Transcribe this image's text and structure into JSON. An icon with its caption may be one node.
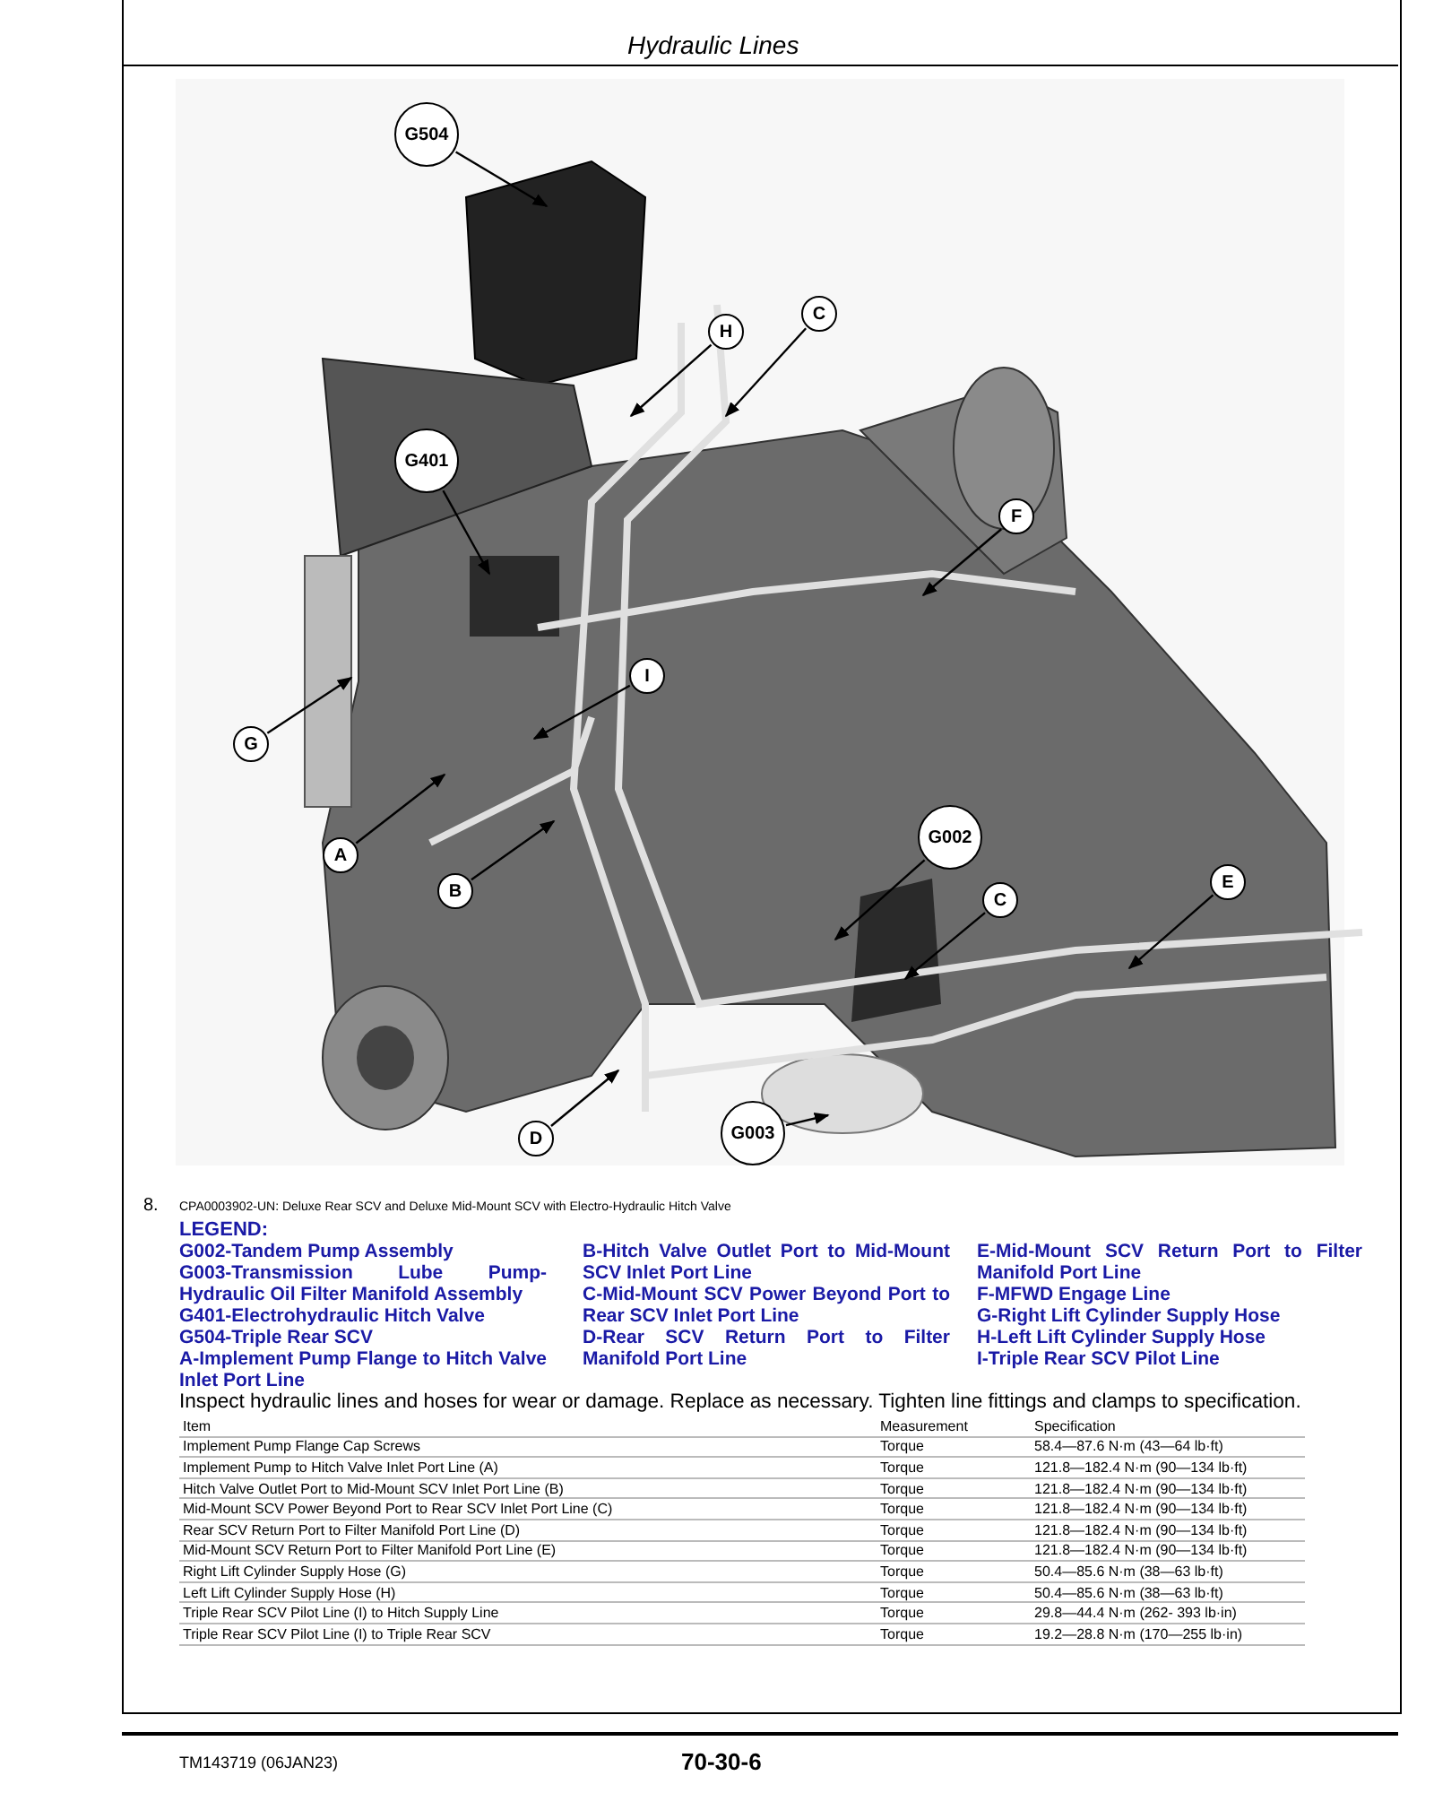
{
  "diagram": {
    "title": "Hydraulic Lines",
    "nodes": [
      {
        "text": [
          "G504"
        ]
      },
      {
        "text": [
          "H"
        ]
      },
      {
        "text": [
          "C"
        ]
      },
      {
        "text": [
          "G401"
        ]
      },
      {
        "text": [
          "F"
        ]
      },
      {
        "text": [
          "I"
        ]
      },
      {
        "text": [
          "G"
        ]
      },
      {
        "text": [
          "A"
        ]
      },
      {
        "text": [
          "B"
        ]
      },
      {
        "text": [
          "G002"
        ]
      },
      {
        "text": [
          "C"
        ]
      },
      {
        "text": [
          "E"
        ]
      },
      {
        "text": [
          "D"
        ]
      },
      {
        "text": [
          "G003"
        ]
      }
    ],
    "edges": [
      {
        "from": 0,
        "to": null,
        "arrow": "to"
      },
      {
        "from": 1,
        "to": null,
        "arrow": "to"
      },
      {
        "from": 2,
        "to": null,
        "arrow": "to"
      },
      {
        "from": 3,
        "to": null,
        "arrow": "to"
      },
      {
        "from": 4,
        "to": null,
        "arrow": "to"
      },
      {
        "from": 5,
        "to": null,
        "arrow": "to"
      },
      {
        "from": 6,
        "to": null,
        "arrow": "to"
      },
      {
        "from": 7,
        "to": null,
        "arrow": "to"
      },
      {
        "from": 8,
        "to": null,
        "arrow": "to"
      },
      {
        "from": 9,
        "to": null,
        "arrow": "to"
      },
      {
        "from": 10,
        "to": null,
        "arrow": "to"
      },
      {
        "from": 11,
        "to": null,
        "arrow": "to"
      },
      {
        "from": 12,
        "to": null,
        "arrow": "to"
      },
      {
        "from": 13,
        "to": null,
        "arrow": "to"
      }
    ],
    "labels": [
      "8.",
      "CPA0003902-UN: Deluxe Rear SCV and Deluxe Mid-Mount SCV with Electro-Hydraulic Hitch Valve",
      "LEGEND:",
      "G002-Tandem Pump Assembly",
      "G003-Transmission Lube Pump-Hydraulic Oil Filter Manifold Assembly",
      "G401-Electrohydraulic Hitch Valve",
      "G504-Triple Rear SCV",
      "A-Implement Pump Flange to Hitch Valve Inlet Port Line",
      "B-Hitch Valve Outlet Port to Mid-Mount SCV Inlet Port Line",
      "C-Mid-Mount SCV Power Beyond Port to Rear SCV Inlet Port Line",
      "D-Rear SCV Return Port to Filter Manifold Port Line",
      "E-Mid-Mount SCV Return Port to Filter Manifold Port Line",
      "F-MFWD Engage Line",
      "G-Right Lift Cylinder Supply Hose",
      "H-Left Lift Cylinder Supply Hose",
      "I-Triple Rear SCV Pilot Line",
      "Inspect hydraulic lines and hoses for wear or damage. Replace as necessary. Tighten line fittings and clamps to specification.",
      "Item",
      "Measurement",
      "Specification",
      "Implement Pump Flange Cap Screws",
      "Torque",
      "58.4—87.6 N·m (43—64 lb·ft)",
      "Implement Pump to Hitch Valve Inlet Port Line (A)",
      "Torque",
      "121.8—182.4 N·m (90—134 lb·ft)",
      "Hitch Valve Outlet Port to Mid-Mount SCV Inlet Port Line (B)",
      "Torque",
      "121.8—182.4 N·m (90—134 lb·ft)",
      "Mid-Mount SCV Power Beyond Port to Rear SCV Inlet Port Line (C)",
      "Torque",
      "121.8—182.4 N·m (90—134 lb·ft)",
      "Rear SCV Return Port to Filter Manifold Port Line (D)",
      "Torque",
      "121.8—182.4 N·m (90—134 lb·ft)",
      "Mid-Mount SCV Return Port to Filter Manifold Port Line (E)",
      "Torque",
      "121.8—182.4 N·m (90—134 lb·ft)",
      "Right Lift Cylinder Supply Hose (G)",
      "Torque",
      "50.4—85.6 N·m (38—63 lb·ft)",
      "Left Lift Cylinder Supply Hose (H)",
      "Torque",
      "50.4—85.6 N·m (38—63 lb·ft)",
      "Triple Rear SCV Pilot Line (I) to Hitch Supply Line",
      "Torque",
      "29.8—44.4 N·m (262- 393 lb·in)",
      "Triple Rear SCV Pilot Line (I) to Triple Rear SCV",
      "Torque",
      "19.2—28.8 N·m (170—255 lb·in)",
      "TM143719 (06JAN23)",
      "70-30-6"
    ]
  }
}
